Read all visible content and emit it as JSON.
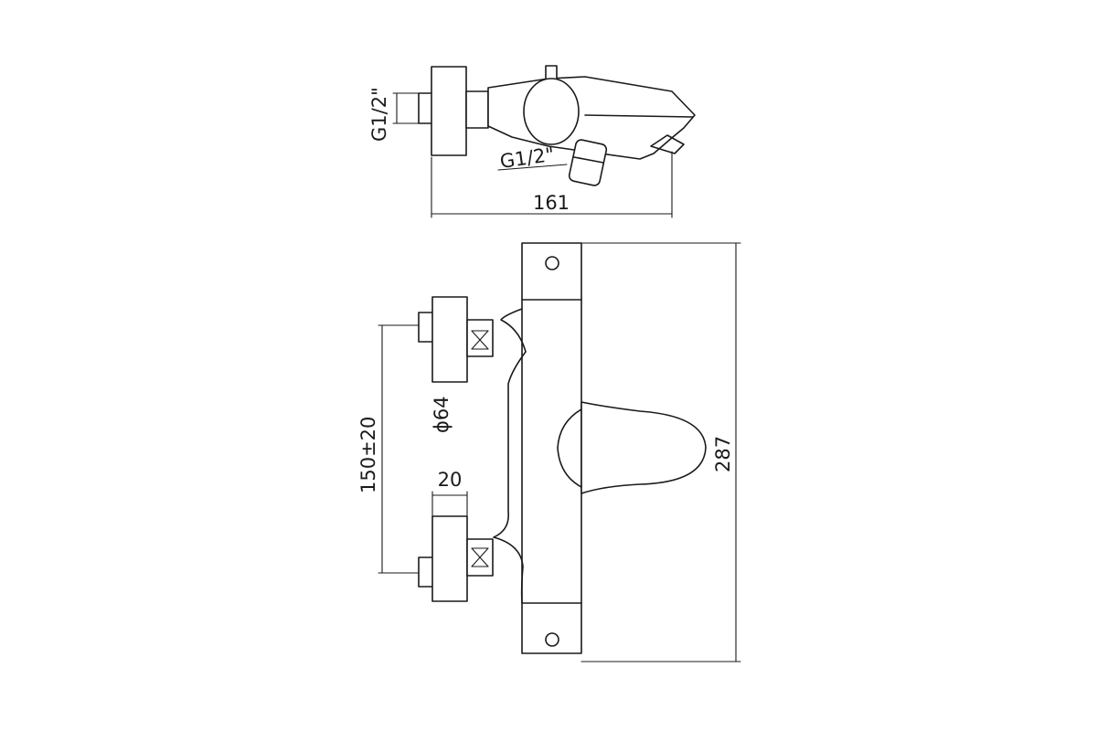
{
  "dimensions": {
    "side_inlet_thread": "G1/2\"",
    "spout_outlet_thread": "G1/2\"",
    "side_width": "161",
    "flange_diameter": "ϕ64",
    "flange_thickness": "20",
    "inlet_center_distance": "150±20",
    "body_height": "287"
  },
  "colors": {
    "line": "#1a1a1a",
    "background": "#ffffff"
  }
}
